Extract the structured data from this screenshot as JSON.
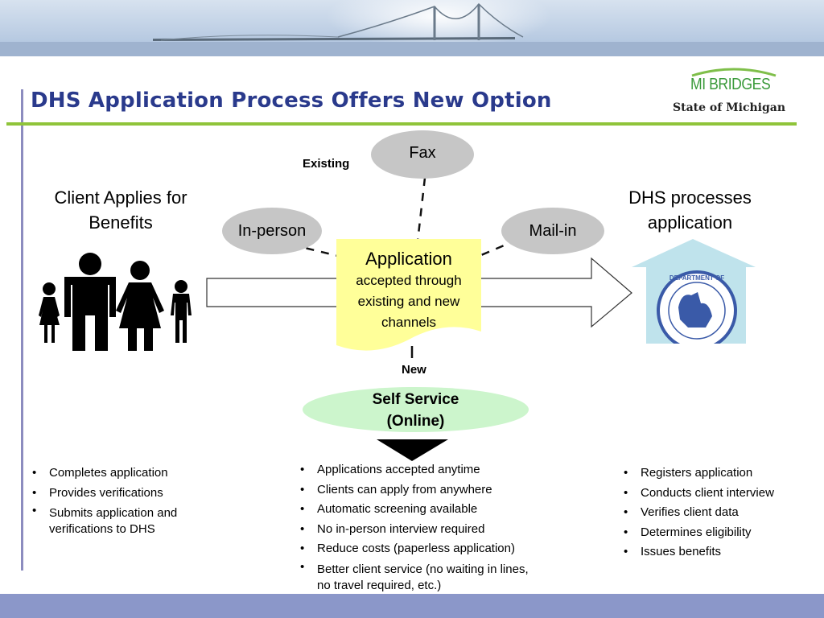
{
  "slide": {
    "title": "DHS Application Process Offers New Option",
    "logo": {
      "main": "MI BRIDGES",
      "sub": "State of Michigan"
    }
  },
  "diagram": {
    "left_heading": [
      "Client Applies for",
      "Benefits"
    ],
    "right_heading": [
      "DHS processes",
      "application"
    ],
    "existing_label": "Existing",
    "new_label": "New",
    "channels": {
      "fax": "Fax",
      "in_person": "In-person",
      "mail_in": "Mail-in"
    },
    "application_box": {
      "title": "Application",
      "text": [
        "accepted through",
        "existing and new",
        "channels"
      ]
    },
    "self_service": [
      "Self Service",
      "(Online)"
    ]
  },
  "lists": {
    "client": [
      "Completes application",
      "Provides verifications",
      "Submits application and verifications to DHS"
    ],
    "self_service": [
      "Applications accepted anytime",
      "Clients can apply from anywhere",
      "Automatic screening available",
      "No in-person interview required",
      "Reduce costs (paperless application)",
      "Better client service (no waiting in lines, no travel required, etc.)"
    ],
    "dhs": [
      "Registers application",
      "Conducts client interview",
      "Verifies client data",
      "Determines eligibility",
      "Issues benefits"
    ]
  },
  "colors": {
    "title": "#2a3a8c",
    "rule": "#8fc43a",
    "oval": "#c6c6c6",
    "application_box": "#ffff99",
    "self_service": "#ccf5cc",
    "footer": "#8b97c9",
    "house_roof": "#bfe3ec"
  }
}
